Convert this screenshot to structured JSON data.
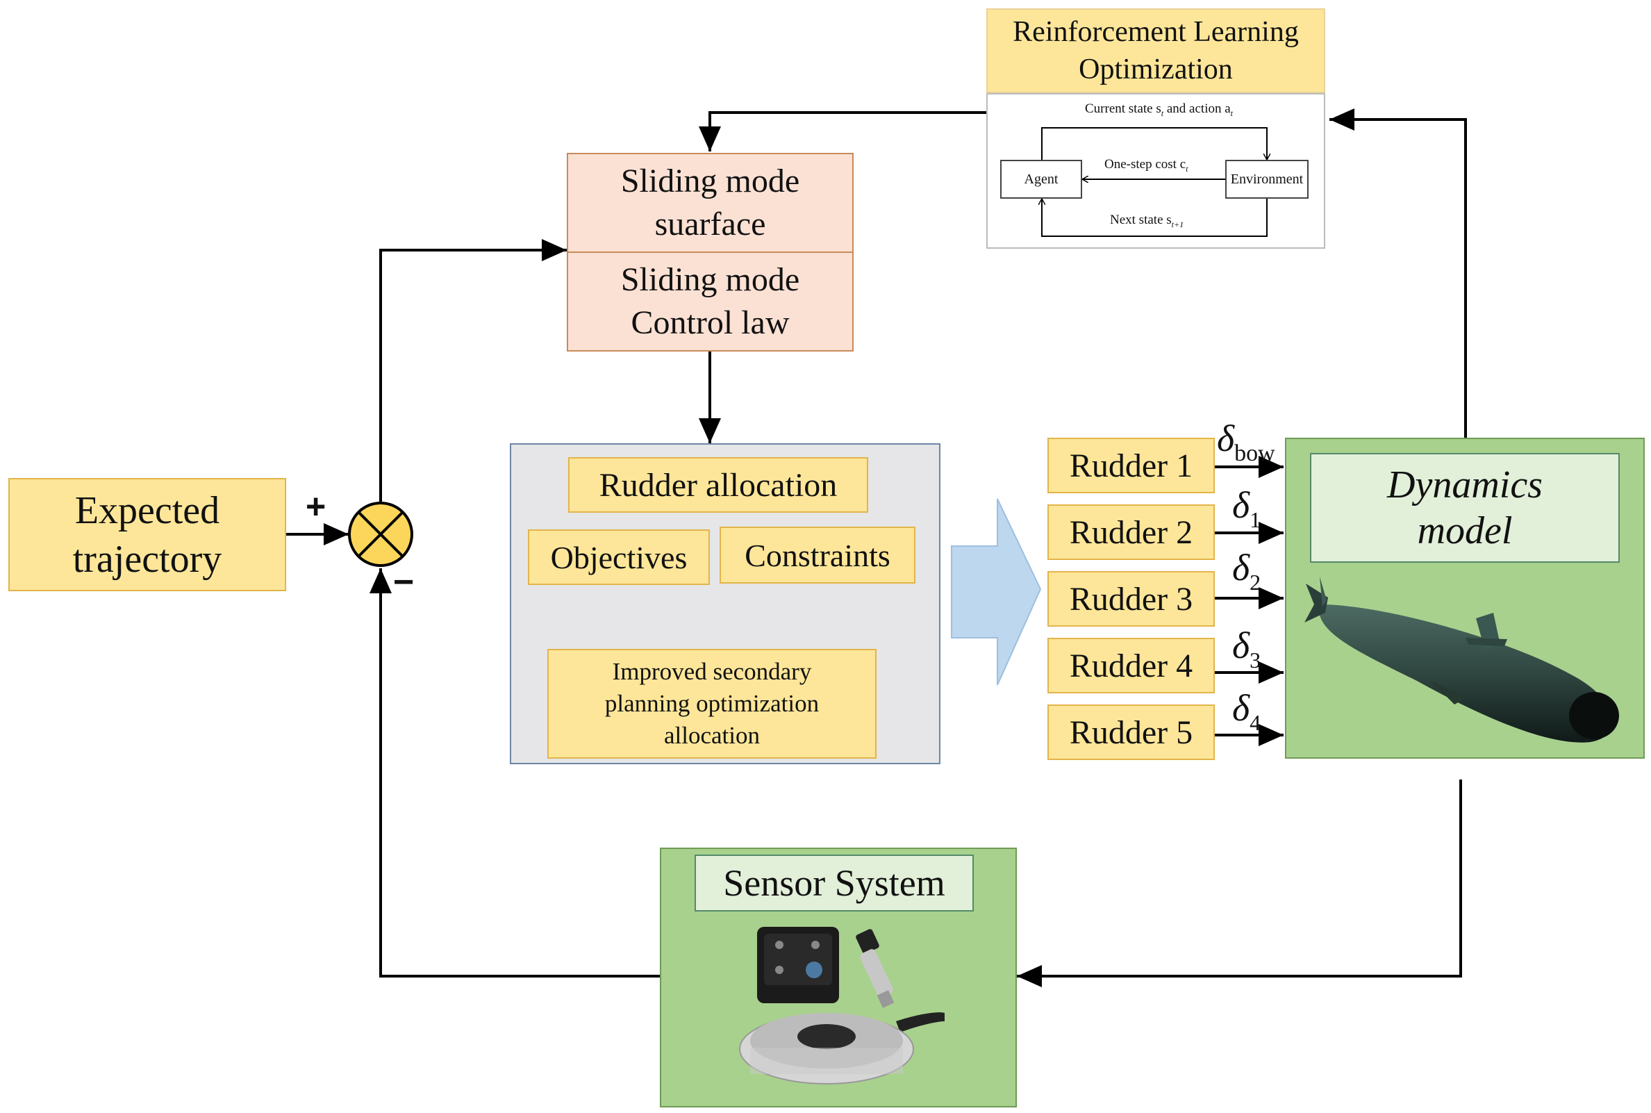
{
  "expected_trajectory": {
    "line1": "Expected",
    "line2": "trajectory"
  },
  "summing_junction": {
    "plus": "+",
    "minus": "−"
  },
  "sliding_mode_surface": {
    "line1": "Sliding mode",
    "line2": "suarface"
  },
  "sliding_mode_control": {
    "line1": "Sliding mode",
    "line2": "Control law"
  },
  "rudder_allocation": {
    "title": "Rudder allocation",
    "objectives": "Objectives",
    "constraints": "Constraints",
    "optimizer": {
      "line1": "Improved secondary",
      "line2": "planning optimization",
      "line3": "allocation"
    }
  },
  "rudders": [
    {
      "label": "Rudder 1",
      "signal": "δ",
      "sub": "bow"
    },
    {
      "label": "Rudder 2",
      "signal": "δ",
      "sub": "1"
    },
    {
      "label": "Rudder 3",
      "signal": "δ",
      "sub": "2"
    },
    {
      "label": "Rudder 4",
      "signal": "δ",
      "sub": "3"
    },
    {
      "label": "Rudder 5",
      "signal": "δ",
      "sub": "4"
    }
  ],
  "dynamics_model": {
    "line1": "Dynamics",
    "line2": "model"
  },
  "sensor_system": {
    "title": "Sensor System"
  },
  "rl": {
    "title_line1": "Reinforcement Learning",
    "title_line2": "Optimization",
    "current_state": "Current state s",
    "current_state_sub": "t",
    "and_action": " and action a",
    "and_action_sub": "t",
    "one_step_cost": "One-step cost c",
    "one_step_cost_sub": "t",
    "next_state": "Next state s",
    "next_state_sub": "t+1",
    "agent": "Agent",
    "environment": "Environment"
  },
  "colors": {
    "yellow_fill": "#fde699",
    "salmon_fill": "#fbe1d4",
    "green_fill": "#a9d18e",
    "blue_arrow": "#bdd7ee",
    "dashed_orange": "#e07b39"
  }
}
